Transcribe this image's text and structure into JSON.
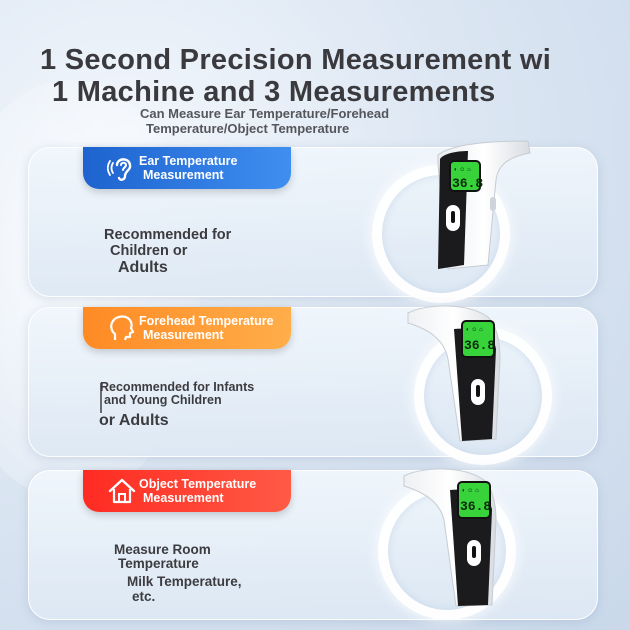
{
  "header": {
    "title_line1": "1 Second Precision Measurement wi",
    "title_line2": "1 Machine and 3 Measurements",
    "subtitle_line1": "Can Measure Ear Temperature/Forehead",
    "subtitle_line2": "Temperature/Object Temperature"
  },
  "cards": [
    {
      "icon": "ear-icon",
      "color": "#1e63cf",
      "label_line1": "Ear Temperature",
      "label_line2": "Measurement",
      "desc_line1": "Recommended for",
      "desc_line2": "Children or",
      "desc_line3": "Adults",
      "display_reading": "36.8"
    },
    {
      "icon": "head-icon",
      "color": "#ff8a24",
      "label_line1": "Forehead Temperature",
      "label_line2": "Measurement",
      "desc_line1": "Recommended for Infants",
      "desc_line2": "and Young Children",
      "desc_line3": "or Adults",
      "display_reading": "36.8"
    },
    {
      "icon": "house-icon",
      "color": "#ff2b22",
      "label_line1": "Object Temperature",
      "label_line2": "Measurement",
      "desc_line1": "Measure Room",
      "desc_line2": "Temperature",
      "desc_line3": "Milk Temperature,",
      "desc_line4": "etc.",
      "display_reading": "36.8"
    }
  ]
}
